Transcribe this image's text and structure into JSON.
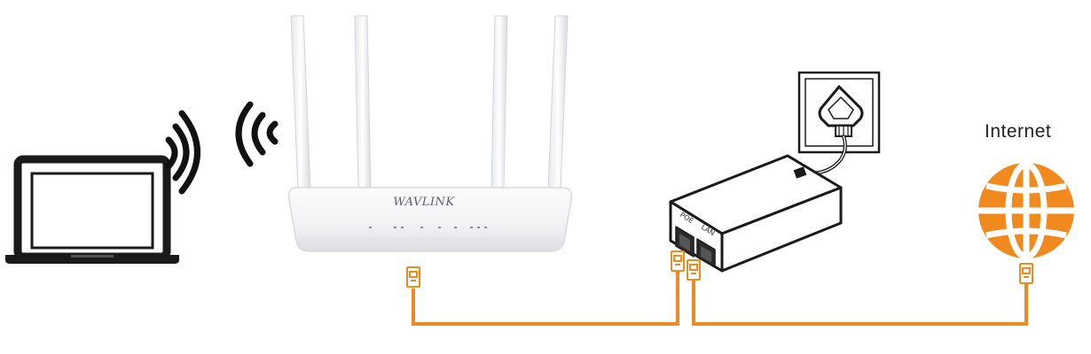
{
  "internet_label": "Internet",
  "router_brand": "WAVLINK",
  "poe_ports": {
    "poe_label": "POE",
    "lan_label": "LAN"
  },
  "colors": {
    "cable": "#f08a1e",
    "globe": "#f08a1e",
    "device_outline": "#1a1a1a"
  },
  "icons": {
    "laptop": "laptop-icon",
    "wifi": "wifi-waves-icon",
    "router": "router-icon",
    "poe_injector": "poe-injector-icon",
    "wall_socket": "wall-socket-icon",
    "globe": "globe-icon",
    "connector": "rj45-connector-icon"
  }
}
